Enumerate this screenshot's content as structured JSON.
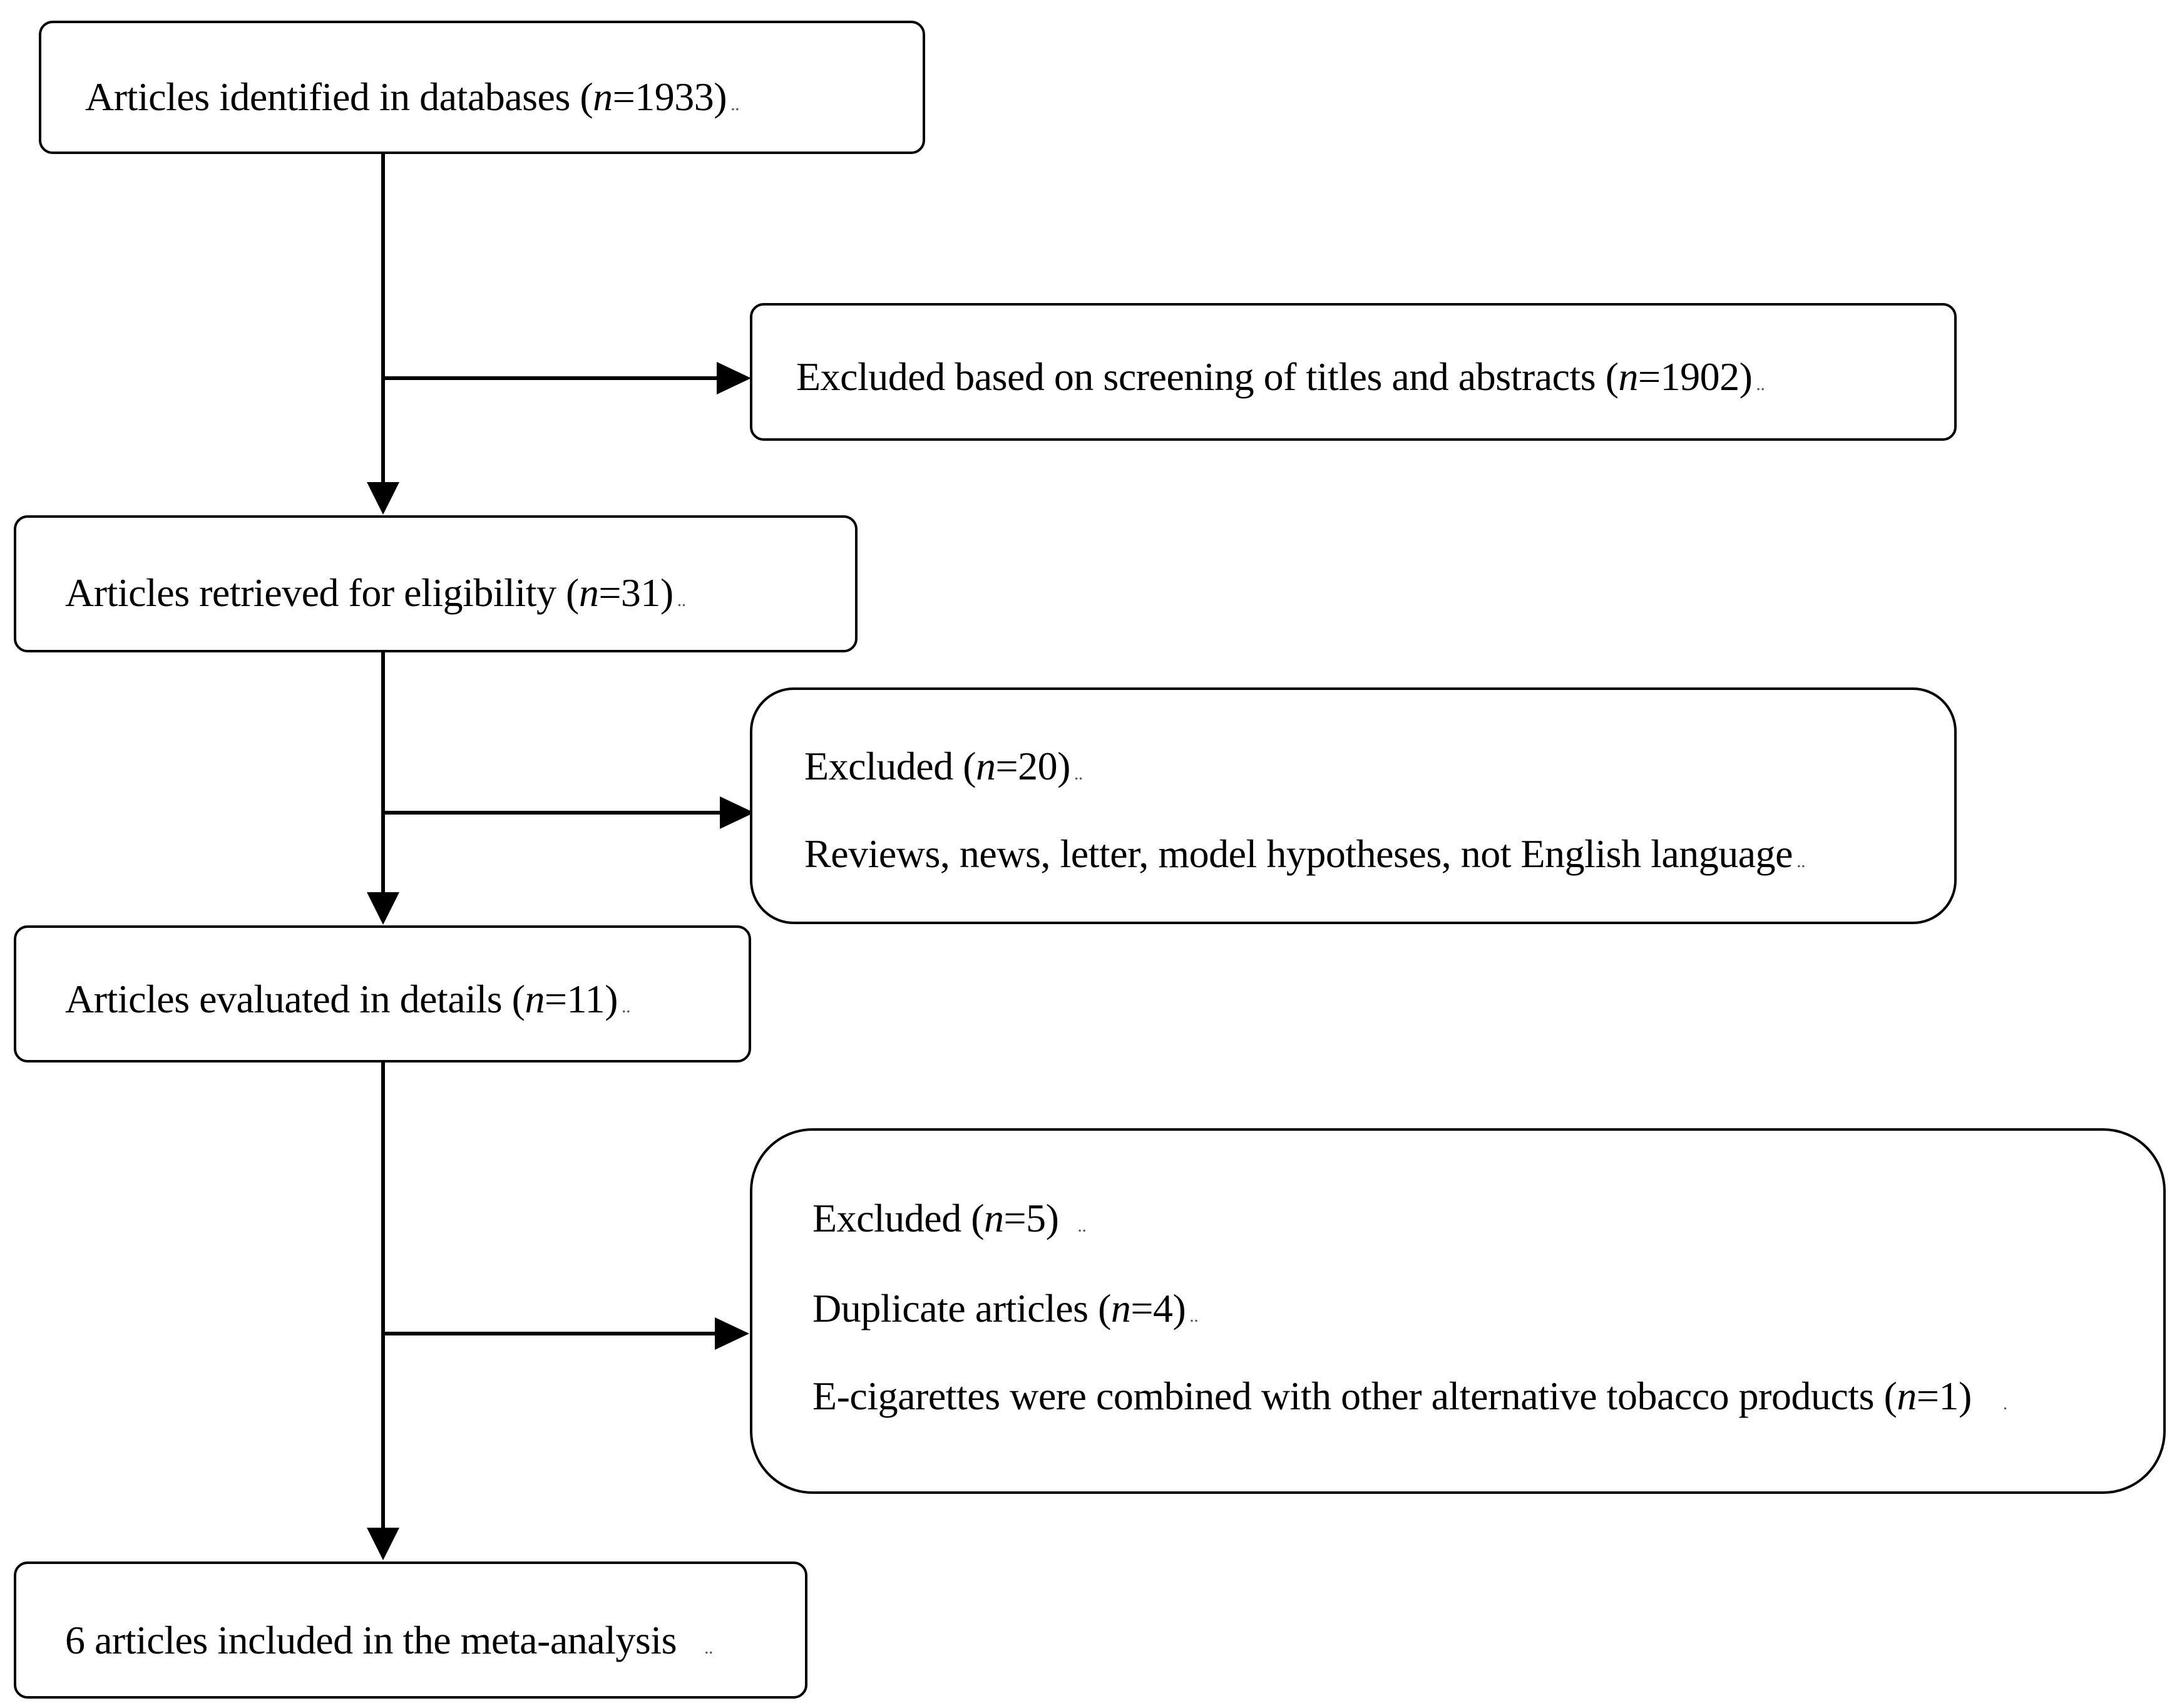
{
  "colors": {
    "stroke": "#000000",
    "background": "#ffffff",
    "text": "#000000"
  },
  "nodes": {
    "identified": {
      "label_before": "Articles identified in databases (",
      "n_symbol": "n",
      "label_after": "=1933)",
      "mark": ".."
    },
    "excluded_screening": {
      "label_before": "Excluded based on screening of titles and abstracts (",
      "n_symbol": "n",
      "label_after": "=1902)",
      "mark": ".."
    },
    "retrieved": {
      "label_before": "Articles retrieved for eligibility (",
      "n_symbol": "n",
      "label_after": "=31)",
      "mark": ".."
    },
    "excluded_eligibility": {
      "heading_before": "Excluded (",
      "n_symbol": "n",
      "heading_after": "=20)",
      "heading_mark": "..",
      "reasons": "Reviews, news, letter, model hypotheses, not English language",
      "reasons_mark": ".."
    },
    "evaluated": {
      "label_before": "Articles evaluated in details (",
      "n_symbol": "n",
      "label_after": "=11)",
      "mark": ".."
    },
    "excluded_details": {
      "heading_before": "Excluded (",
      "n_symbol": "n",
      "heading_after": "=5)",
      "heading_mark": "..",
      "reason1_before": "Duplicate articles (",
      "reason1_n_symbol": "n",
      "reason1_after": "=4)",
      "reason1_mark": "..",
      "reason2_before": "E-cigarettes were combined with other alternative tobacco products (",
      "reason2_n_symbol": "n",
      "reason2_after": "=1)",
      "reason2_mark": "."
    },
    "included": {
      "label": "6 articles included in the meta-analysis",
      "mark": ".."
    }
  }
}
